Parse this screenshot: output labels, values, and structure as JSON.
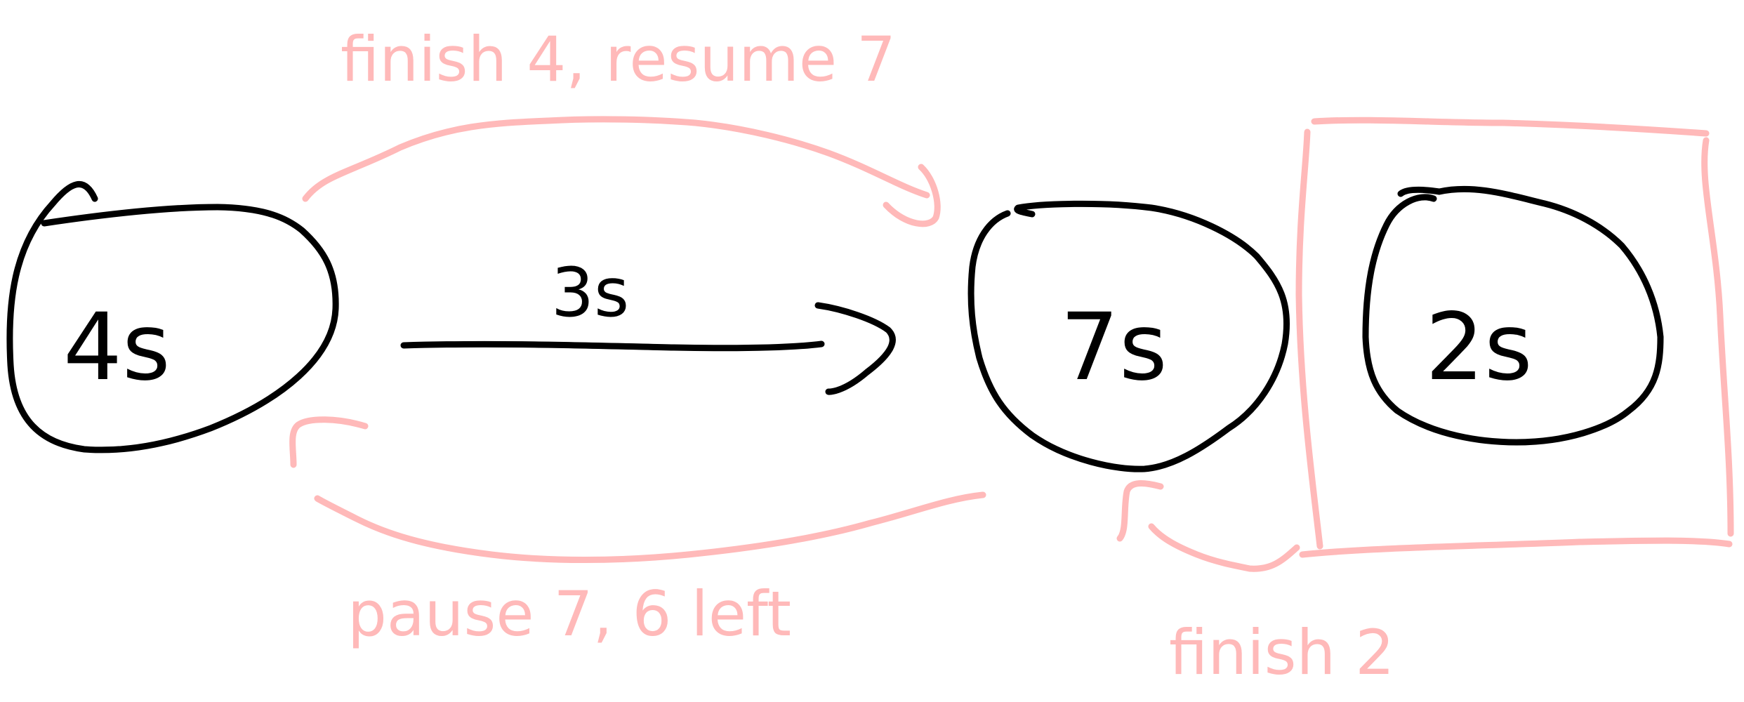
{
  "colors": {
    "ink": "#000000",
    "annotation": "#ffb9b9",
    "background": "#ffffff"
  },
  "nodes": [
    {
      "id": "left",
      "label": "4s"
    },
    {
      "id": "middle",
      "label": "7s"
    },
    {
      "id": "right",
      "label": "2s"
    }
  ],
  "edges": [
    {
      "id": "main-arrow",
      "label": "3s"
    }
  ],
  "annotations": {
    "top": "finish 4, resume 7",
    "bottom": "pause 7, 6 left",
    "bottom_right": "finish 2"
  }
}
